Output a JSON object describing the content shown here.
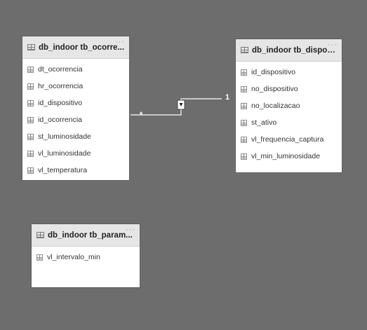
{
  "tables": [
    {
      "title": "db_indoor tb_ocorre...",
      "more": "···",
      "fields": [
        "dt_ocorrencia",
        "hr_ocorrencia",
        "id_dispositivo",
        "id_ocorrencia",
        "st_luminosidade",
        "vl_luminosidade",
        "vl_temperatura"
      ]
    },
    {
      "title": "db_indoor tb_dispos...",
      "more": "···",
      "fields": [
        "id_dispositivo",
        "no_dispositivo",
        "no_localizacao",
        "st_ativo",
        "vl_frequencia_captura",
        "vl_min_luminosidade"
      ]
    },
    {
      "title": "db_indoor tb_param...",
      "more": "···",
      "fields": [
        "vl_intervalo_min"
      ]
    }
  ],
  "relationship": {
    "many_label": "*",
    "one_label": "1"
  }
}
